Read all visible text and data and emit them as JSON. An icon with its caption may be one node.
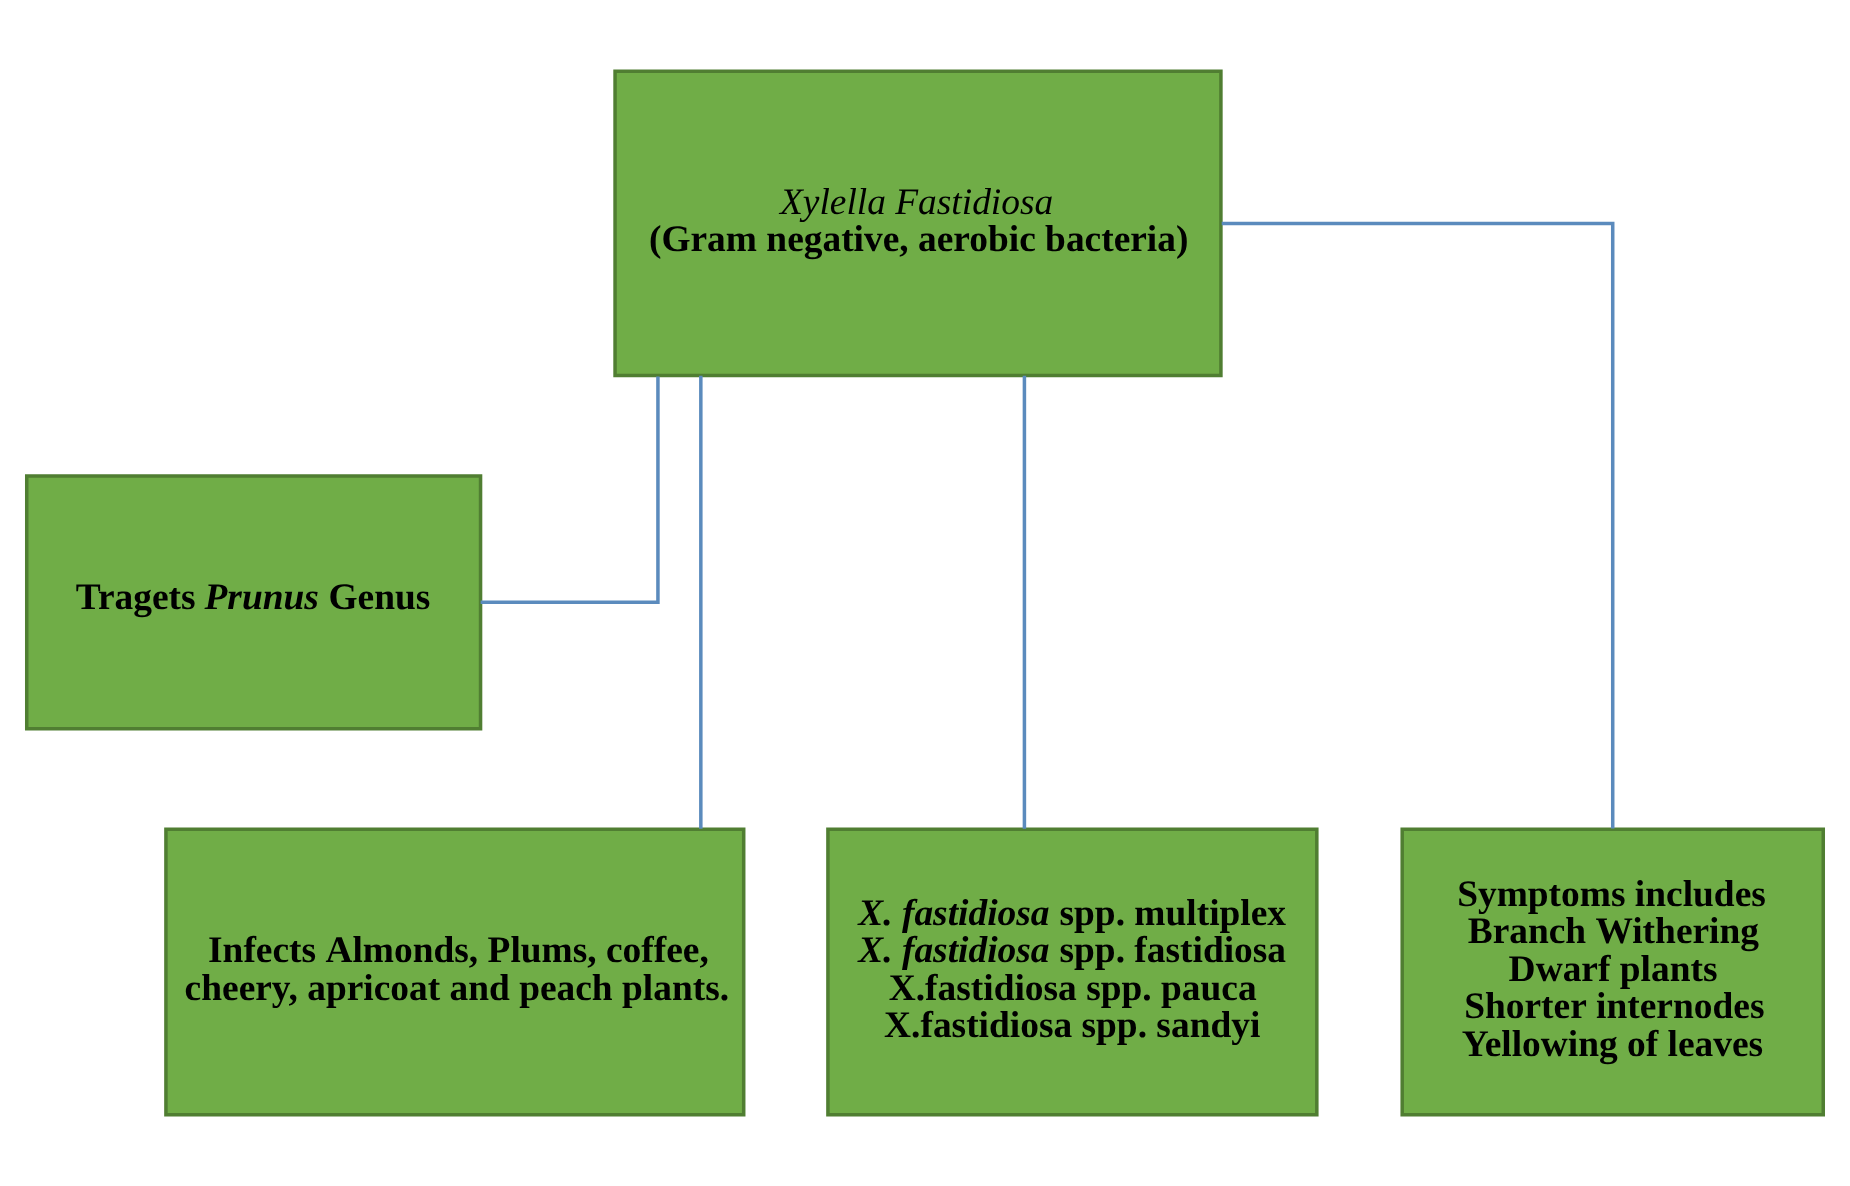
{
  "diagram": {
    "nodes": [
      {
        "text": [
          "Xylella Fastidiosa",
          "(Gram negative, aerobic bacteria)"
        ]
      },
      {
        "text": [
          "Tragets *Prunus* Genus"
        ]
      },
      {
        "text": [
          "Infects Almonds, Plums, coffee, cheery, apricoat and peach plants."
        ]
      },
      {
        "text": [
          "*X. fastidiosa* spp. multiplex",
          "*X. fastidiosa* spp. fastidiosa",
          "X.fastidiosa spp. pauca",
          "X.fastidiosa spp. sandyi"
        ]
      },
      {
        "text": [
          "Symptoms includes",
          "Branch Withering",
          "Dwarf plants",
          "Shorter internodes",
          "Yellowing of leaves"
        ]
      }
    ],
    "edges": [
      {
        "from": 0,
        "to": 1,
        "arrow": "none"
      },
      {
        "from": 0,
        "to": 2,
        "arrow": "none"
      },
      {
        "from": 0,
        "to": 3,
        "arrow": "none"
      },
      {
        "from": 0,
        "to": 4,
        "arrow": "none"
      }
    ]
  }
}
